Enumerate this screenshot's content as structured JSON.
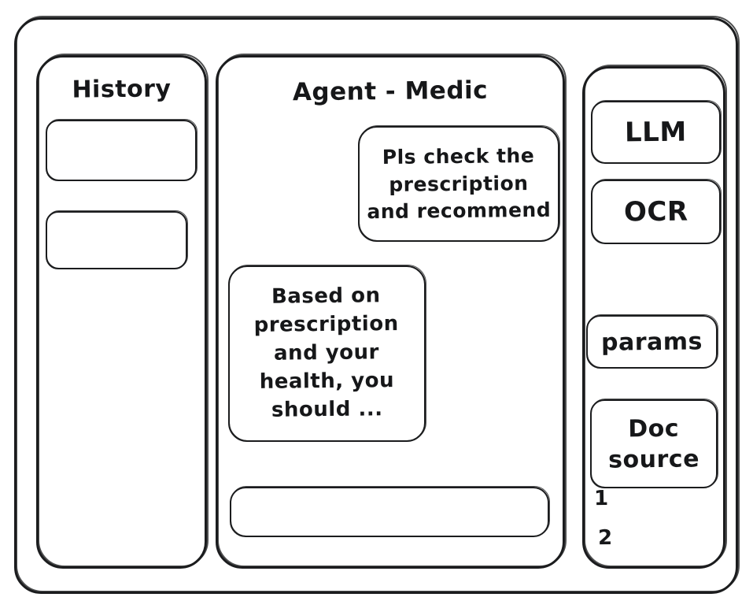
{
  "window": {
    "frame_label": "app-window"
  },
  "sidebar": {
    "title": "History",
    "items": [
      {
        "label": ""
      },
      {
        "label": ""
      }
    ]
  },
  "main": {
    "title": "Agent - Medic",
    "messages": [
      {
        "role": "user",
        "text": "Pls check the\nprescription\nand recommend"
      },
      {
        "role": "agent",
        "text": "Based on\nprescription\nand your\nhealth, you\nshould ..."
      }
    ],
    "composer": {
      "value": "",
      "placeholder": ""
    }
  },
  "tools": {
    "buttons": [
      {
        "label": "LLM"
      },
      {
        "label": "OCR"
      },
      {
        "label": "params"
      },
      {
        "label": "Doc\nsource"
      }
    ],
    "doc_sources": [
      {
        "label": "1"
      },
      {
        "label": "2"
      }
    ]
  },
  "colors": {
    "ink": "#1b1c1e",
    "paper": "#ffffff"
  }
}
